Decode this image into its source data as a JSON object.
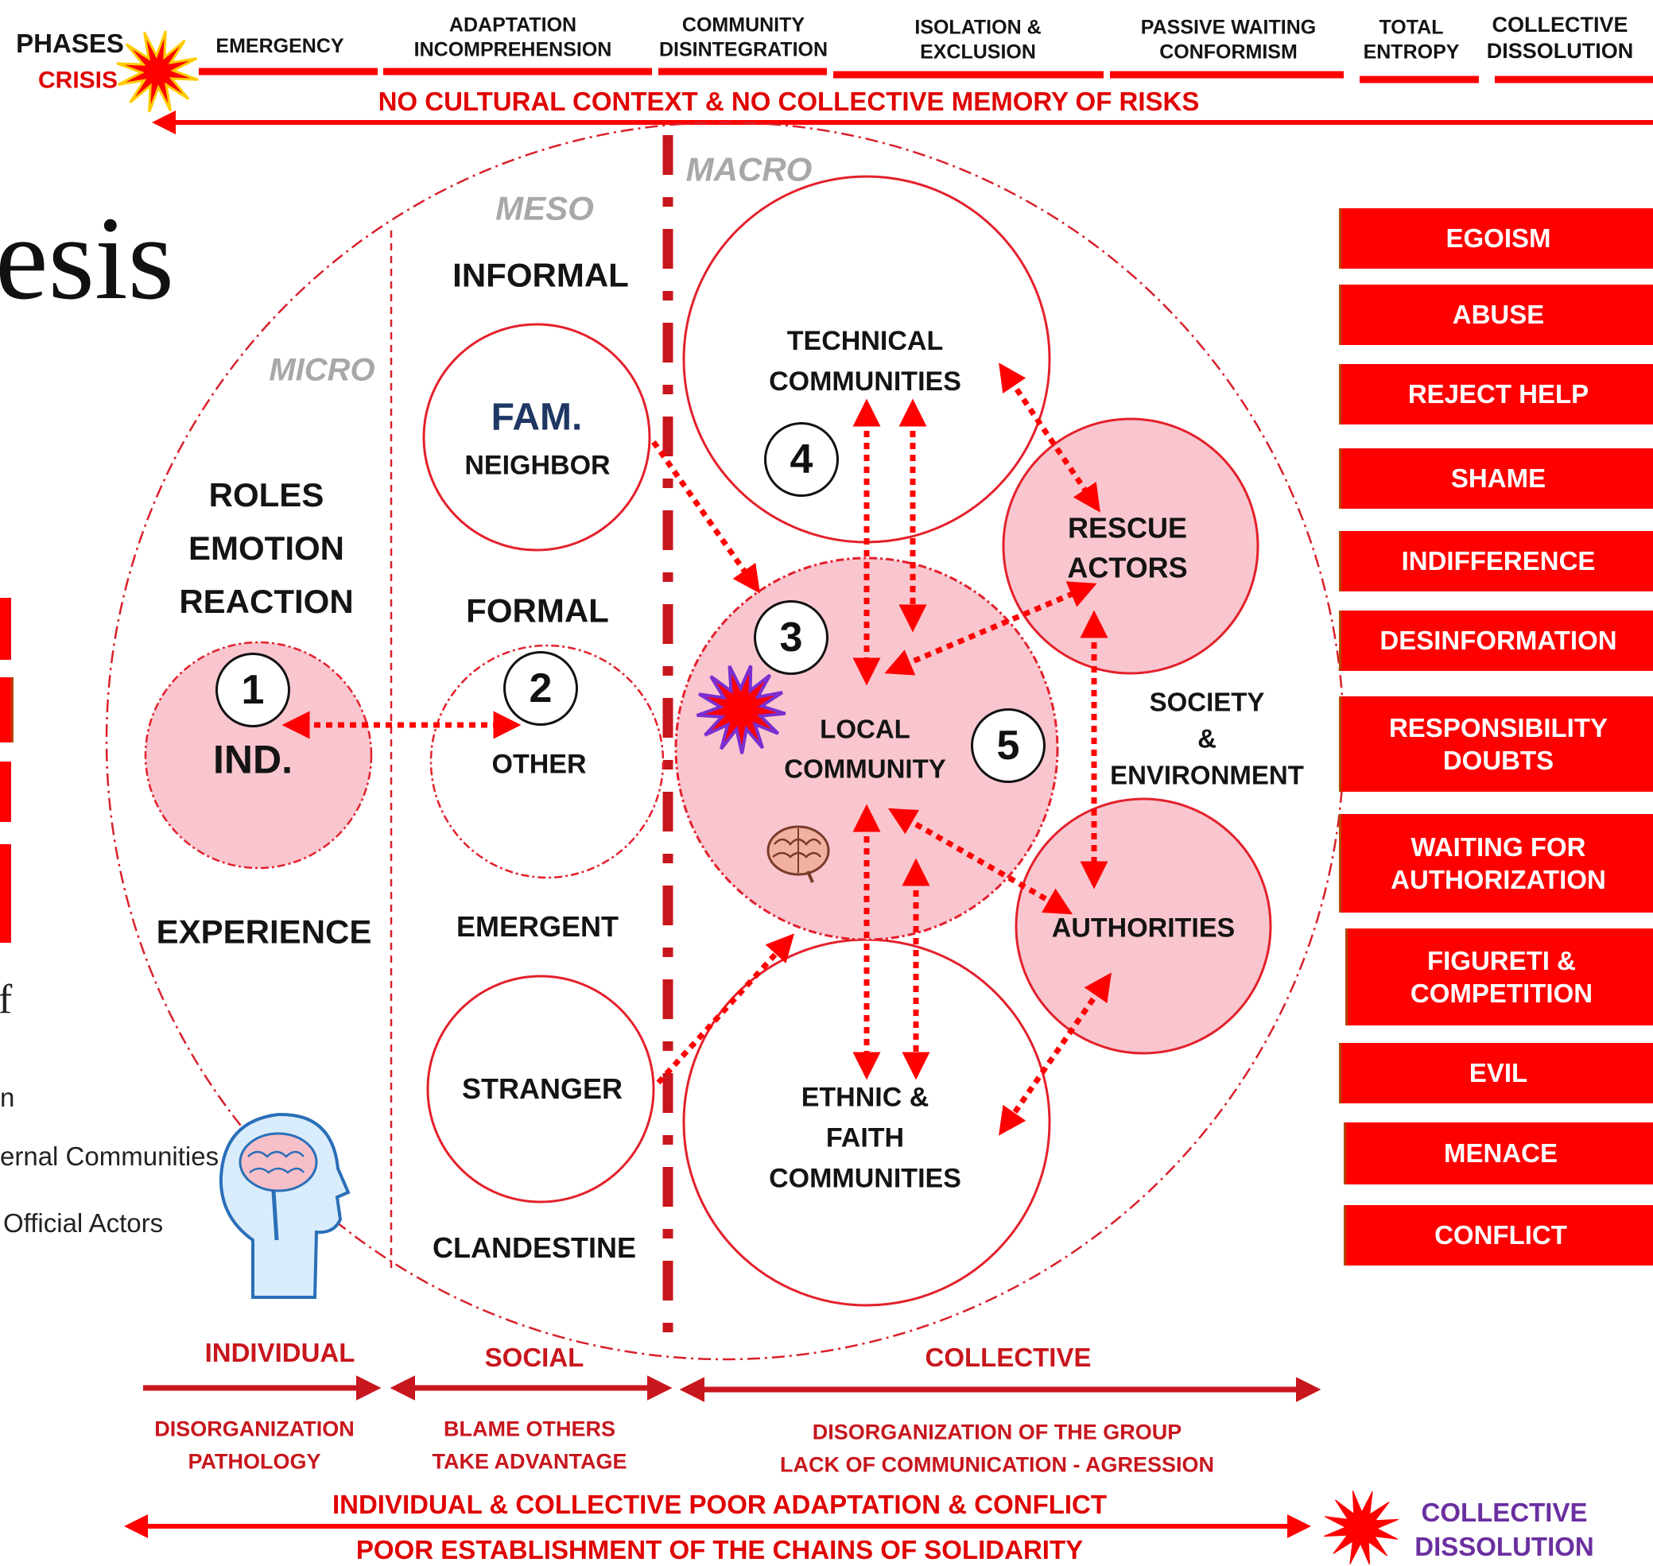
{
  "phases": {
    "label": "PHASES",
    "crisis": "CRISIS",
    "items": [
      "EMERGENCY",
      "ADAPTATION\nINCOMPREHENSION",
      "COMMUNITY\nDISINTEGRATION",
      "ISOLATION &\nEXCLUSION",
      "PASSIVE WAITING\nCONFORMISM",
      "TOTAL\nENTROPY",
      "COLLECTIVE\nDISSOLUTION"
    ],
    "banner": "NO CULTURAL CONTEXT & NO COLLECTIVE MEMORY OF RISKS"
  },
  "title_fragment": "esis",
  "levels": {
    "macro": "MACRO",
    "meso": "MESO",
    "micro": "MICRO"
  },
  "micro": {
    "roles": "ROLES\nEMOTION\nREACTION",
    "ind": "IND.",
    "experience": "EXPERIENCE"
  },
  "meso": {
    "informal": "INFORMAL",
    "fam": "FAM.",
    "neighbor": "NEIGHBOR",
    "formal": "FORMAL",
    "other": "OTHER",
    "emergent": "EMERGENT",
    "stranger": "STRANGER",
    "clandestine": "CLANDESTINE"
  },
  "macro": {
    "technical": "TECHNICAL\nCOMMUNITIES",
    "rescue": "RESCUE\nACTORS",
    "local": "LOCAL\nCOMMUNITY",
    "society": "SOCIETY\n&\nENVIRONMENT",
    "authorities": "AUTHORITIES",
    "ethnic": "ETHNIC &\nFAITH\nCOMMUNITIES"
  },
  "numbers": [
    "1",
    "2",
    "3",
    "4",
    "5"
  ],
  "legend": [
    "n",
    "ernal Communities",
    "Official Actors"
  ],
  "dimensions": {
    "individual": "INDIVIDUAL",
    "social": "SOCIAL",
    "collective": "COLLECTIVE"
  },
  "effects": {
    "individual": "DISORGANIZATION\nPATHOLOGY",
    "social": "BLAME OTHERS\nTAKE ADVANTAGE",
    "collective": "DISORGANIZATION OF THE GROUP\nLACK OF COMMUNICATION - AGRESSION"
  },
  "footer": {
    "line1": "INDIVIDUAL & COLLECTIVE POOR ADAPTATION & CONFLICT",
    "line2": "POOR ESTABLISHMENT OF THE CHAINS OF SOLIDARITY",
    "end": "COLLECTIVE\nDISSOLUTION"
  },
  "barriers": [
    "EGOISM",
    "ABUSE",
    "REJECT HELP",
    "SHAME",
    "INDIFFERENCE",
    "DESINFORMATION",
    "RESPONSIBILITY\nDOUBTS",
    "WAITING FOR\nAUTHORIZATION",
    "FIGURETI &\nCOMPETITION",
    "EVIL",
    "MENACE",
    "CONFLICT"
  ],
  "colors": {
    "red": "#ff0000",
    "dark_red": "#c8161d",
    "pink": "#f9c6cf",
    "circle_stroke": "#e4202b",
    "purple": "#6b2fa0",
    "navy": "#1f3763"
  }
}
